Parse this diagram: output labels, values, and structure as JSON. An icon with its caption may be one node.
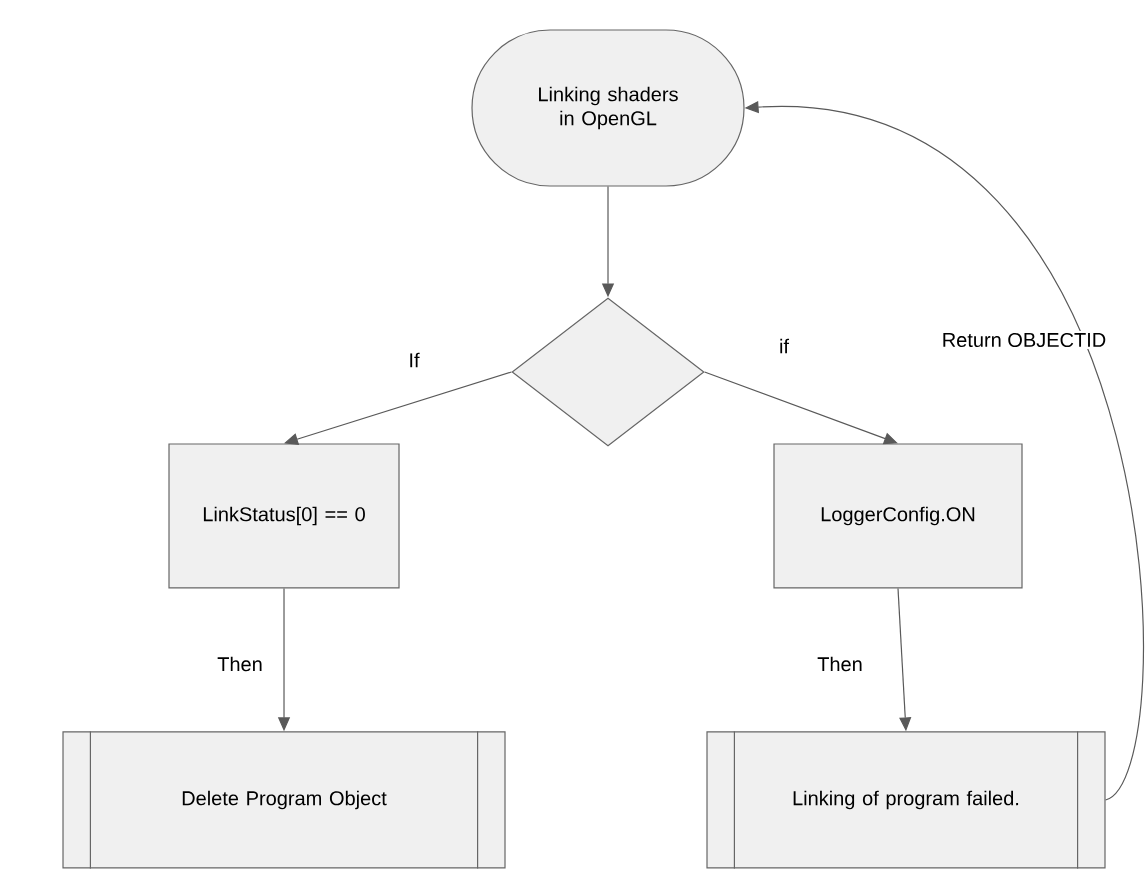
{
  "diagram": {
    "nodes": [
      {
        "text": [
          "Linking shaders in OpenGL"
        ]
      },
      {
        "text": [],
        "shape": "diamond"
      },
      {
        "text": [
          "LinkStatus[0] == 0"
        ]
      },
      {
        "text": [
          "LoggerConfig.ON"
        ]
      },
      {
        "text": [
          "Delete Program Object"
        ]
      },
      {
        "text": [
          "Linking of program failed."
        ]
      }
    ],
    "edges": [
      {
        "from": 0,
        "to": 1,
        "arrow": "to"
      },
      {
        "from": 1,
        "to": 2,
        "arrow": "to",
        "label": "If"
      },
      {
        "from": 1,
        "to": 3,
        "arrow": "to",
        "label": "if"
      },
      {
        "from": 2,
        "to": 4,
        "arrow": "to",
        "label": "Then"
      },
      {
        "from": 3,
        "to": 5,
        "arrow": "to",
        "label": "Then"
      },
      {
        "from": 5,
        "to": 0,
        "arrow": "to",
        "label": "Return OBJECTID"
      }
    ]
  }
}
